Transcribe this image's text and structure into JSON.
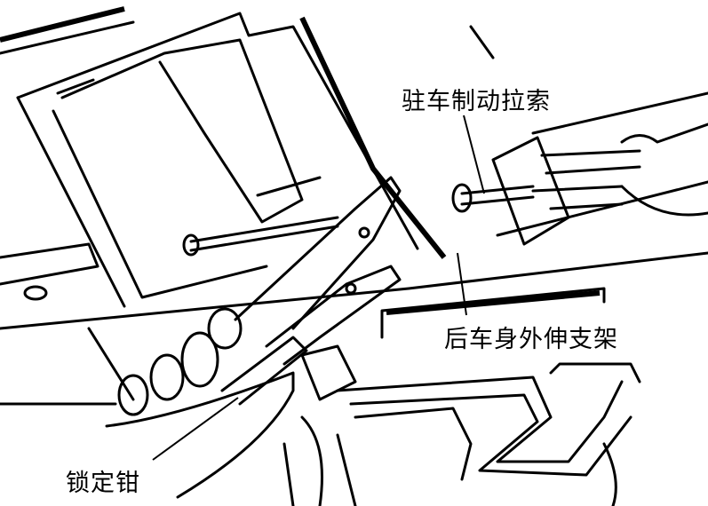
{
  "labels": {
    "parking_brake_cable": "驻车制动拉索",
    "rear_body_outrigger": "后车身外伸支架",
    "locking_pliers": "锁定钳"
  }
}
